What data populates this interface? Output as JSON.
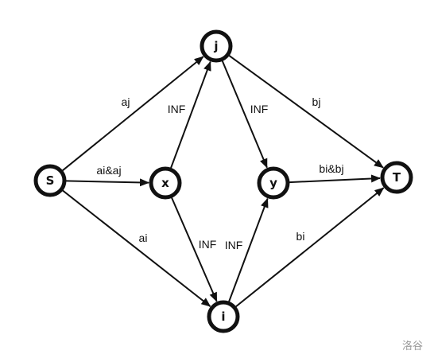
{
  "watermark": "洛谷",
  "colors": {
    "stroke": "#111111",
    "background": "#ffffff",
    "watermark": "#9a9a9a"
  },
  "nodes": [
    {
      "id": "S",
      "label": "S"
    },
    {
      "id": "x",
      "label": "x"
    },
    {
      "id": "j",
      "label": "j"
    },
    {
      "id": "y",
      "label": "y"
    },
    {
      "id": "i",
      "label": "i"
    },
    {
      "id": "T",
      "label": "T"
    }
  ],
  "edges": [
    {
      "from": "S",
      "to": "j",
      "label": "aj"
    },
    {
      "from": "S",
      "to": "x",
      "label": "ai&aj"
    },
    {
      "from": "S",
      "to": "i",
      "label": "ai"
    },
    {
      "from": "x",
      "to": "j",
      "label": "INF"
    },
    {
      "from": "x",
      "to": "i",
      "label": "INF"
    },
    {
      "from": "j",
      "to": "y",
      "label": "INF"
    },
    {
      "from": "i",
      "to": "y",
      "label": "INF"
    },
    {
      "from": "j",
      "to": "T",
      "label": "bj"
    },
    {
      "from": "y",
      "to": "T",
      "label": "bi&bj"
    },
    {
      "from": "i",
      "to": "T",
      "label": "bi"
    }
  ]
}
